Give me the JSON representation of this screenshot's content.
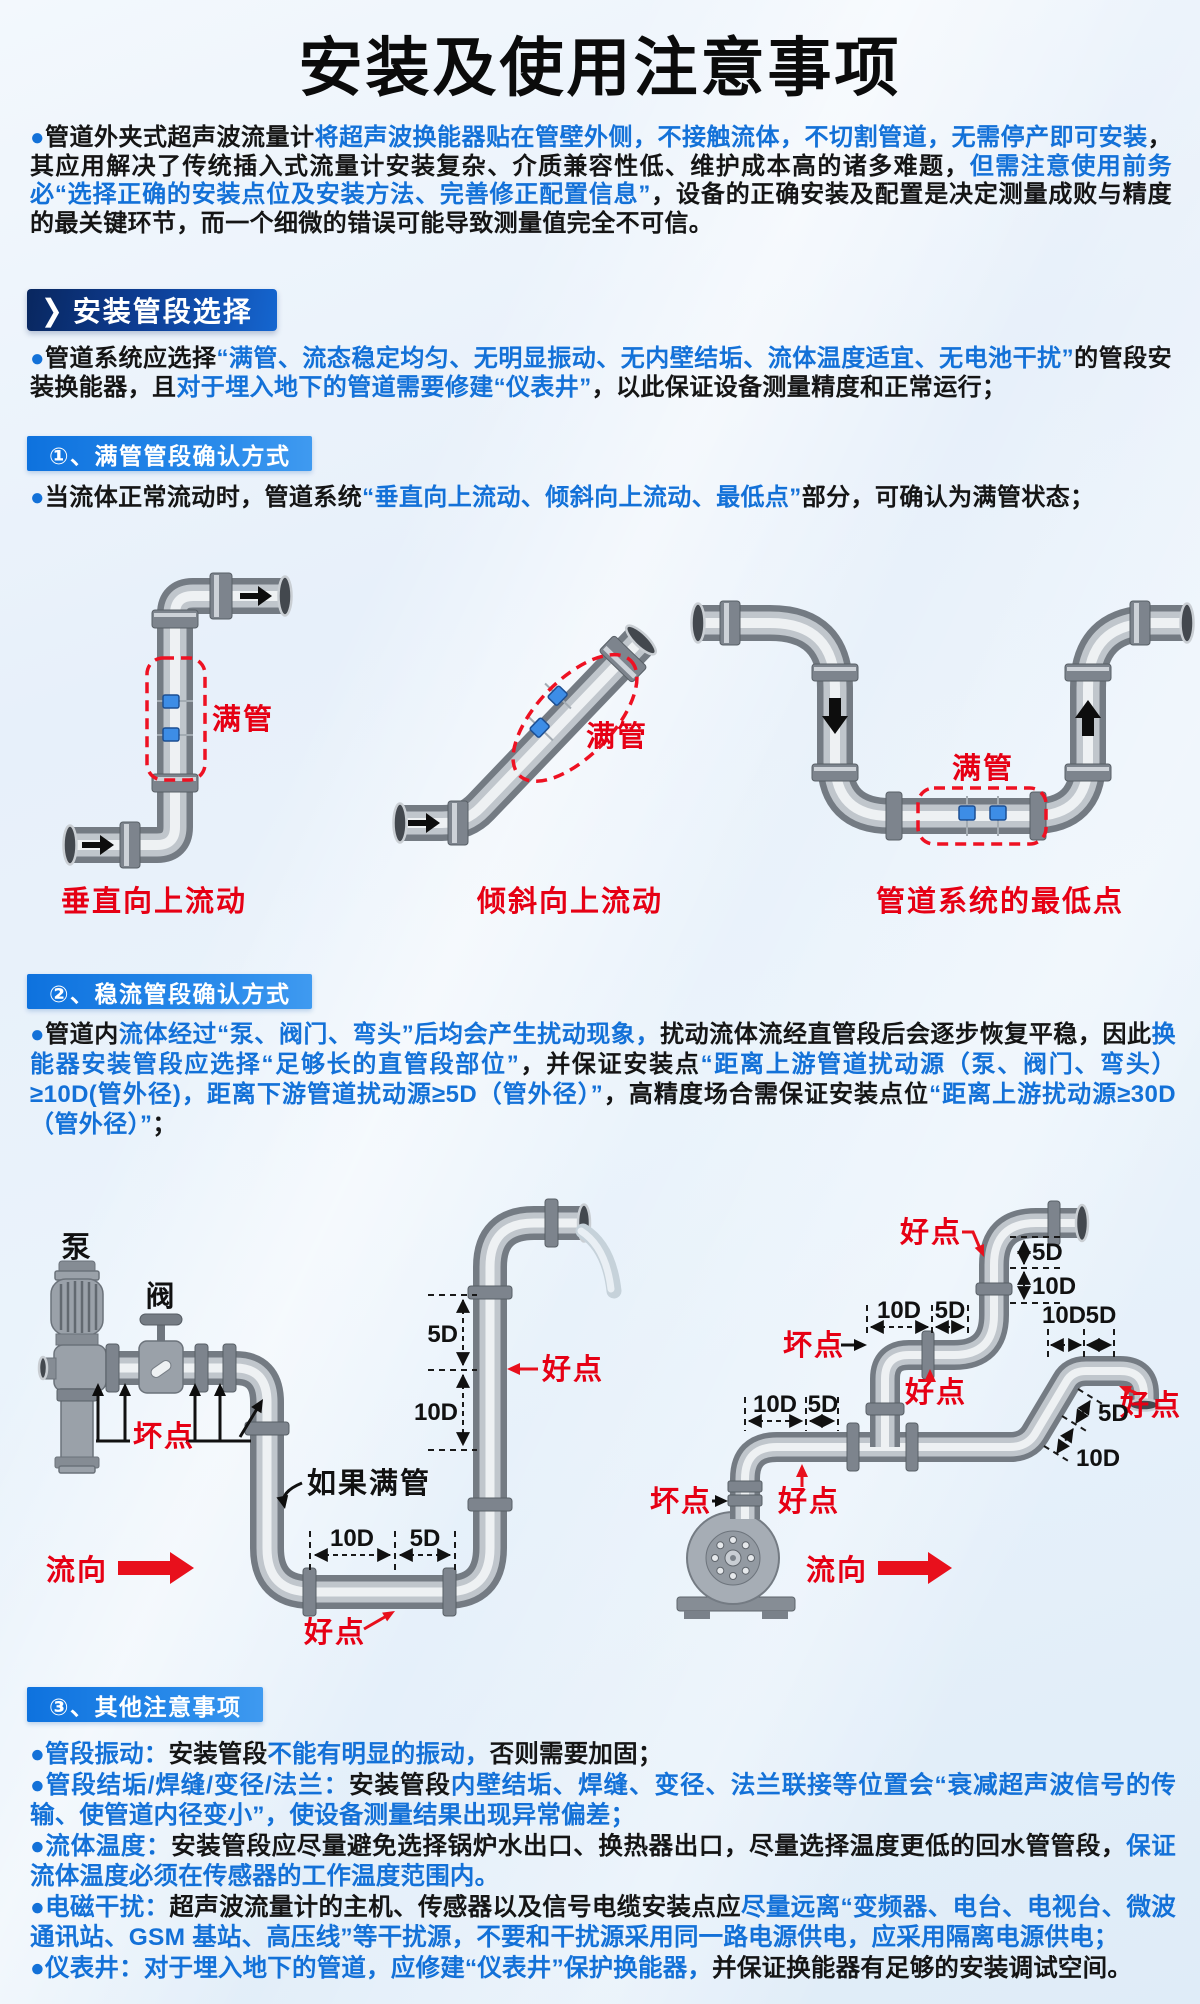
{
  "palette": {
    "background": "#e9f1f9",
    "text_black": "#151515",
    "accent_blue": "#1371d8",
    "accent_red": "#e60014",
    "header_dark_from": "#09275f",
    "header_dark_to": "#1566d0",
    "subheader_from": "#0e72de",
    "subheader_to": "#3f9af0",
    "pipe_gray": "#9aa1a9"
  },
  "title": "安装及使用注意事项",
  "header_arrow": "❯",
  "headers": {
    "main": "安装管段选择",
    "sub1": "①、满管管段确认方式",
    "sub2": "②、稳流管段确认方式",
    "sub3": "③、其他注意事项"
  },
  "p1": [
    "●",
    "管道外夹式超声波流量计",
    "将超声波换能器贴在管壁外侧，不接触流体，不切割管道，无需停产即可安装",
    "，其应用解决了传统插入式流量计安装复杂、介质兼容性低、维护成本高的诸多难题，",
    "但需注意使用前务必“选择正确的安装点位及安装方法、完善修正配置信息”",
    "，设备的正确安装及配置是决定测量成败与精度的最关键环节，而一个细微的错误可能导致测量值完全不可信。"
  ],
  "p2": [
    "●",
    "管道系统应选择",
    "“满管、流态稳定均匀、无明显振动、无内壁结垢、流体温度适宜、无电池干扰”",
    "的管段安装换能器，且",
    "对于埋入地下的管道需要修建“仪表井”",
    "，以此保证设备测量精度和正常运行；"
  ],
  "p3": [
    "●",
    "当流体正常流动时，管道系统",
    "“垂直向上流动、倾斜向上流动、最低点”",
    "部分，可确认为满管状态；"
  ],
  "p4": [
    "●",
    "管道内",
    "流体经过“泵、阀门、弯头”后均会产生扰动现象，",
    "扰动流体流经直管段后会逐步恢复平稳，因此",
    "换能器安装管段应选择“足够长的直管段部位”",
    "，并保证安装点",
    "“距离上游管道扰动源（泵、阀门、弯头）≥10D(管外径)，距离下游管道扰动源≥5D（管外径）”",
    "，高精度场合需保证安装点位",
    "“距离上游扰动源≥30D（管外径）”",
    "；"
  ],
  "notes": {
    "b1": [
      "●管段振动：",
      "安装管段",
      "不能有明显的振动，",
      "否则需要加固；"
    ],
    "b2": [
      "●管段结垢/焊缝/变径/法兰：",
      "安装管段",
      "内壁结垢、焊缝、变径、法兰联接等位置会“衰减超声波信号的传输、使管道内径变小”，使设备测量结果出现异常偏差；"
    ],
    "b3": [
      "●流体温度：",
      "安装管段应尽量避免选择锅炉水出口、换热器出口，尽量选择温度更低的回水管管段，",
      "保证流体温度必须在传感器的工作温度范围内。"
    ],
    "b4": [
      "●电磁干扰：",
      "超声波流量计的主机、传感器以及信号电缆安装点应",
      "尽量远离“变频器、电台、电视台、微波通讯站、GSM 基站、高压线”等干扰源，不要和干扰源采用同一路电源供电，应采用隔离电源供电；"
    ],
    "b5": [
      "●仪表井：",
      "对于埋入地下的管道，应修建“仪表井”保护换能器，",
      "并保证换能器有足够的安装调试空间。"
    ]
  },
  "fig": {
    "full": "满管",
    "good": "好点",
    "bad": "坏点",
    "flow": "流向",
    "d5": "5D",
    "d10": "10D",
    "pump": "泵",
    "valve": "阀",
    "if_full": "如果满管",
    "captions": [
      "垂直向上流动",
      "倾斜向上流动",
      "管道系统的最低点"
    ]
  }
}
